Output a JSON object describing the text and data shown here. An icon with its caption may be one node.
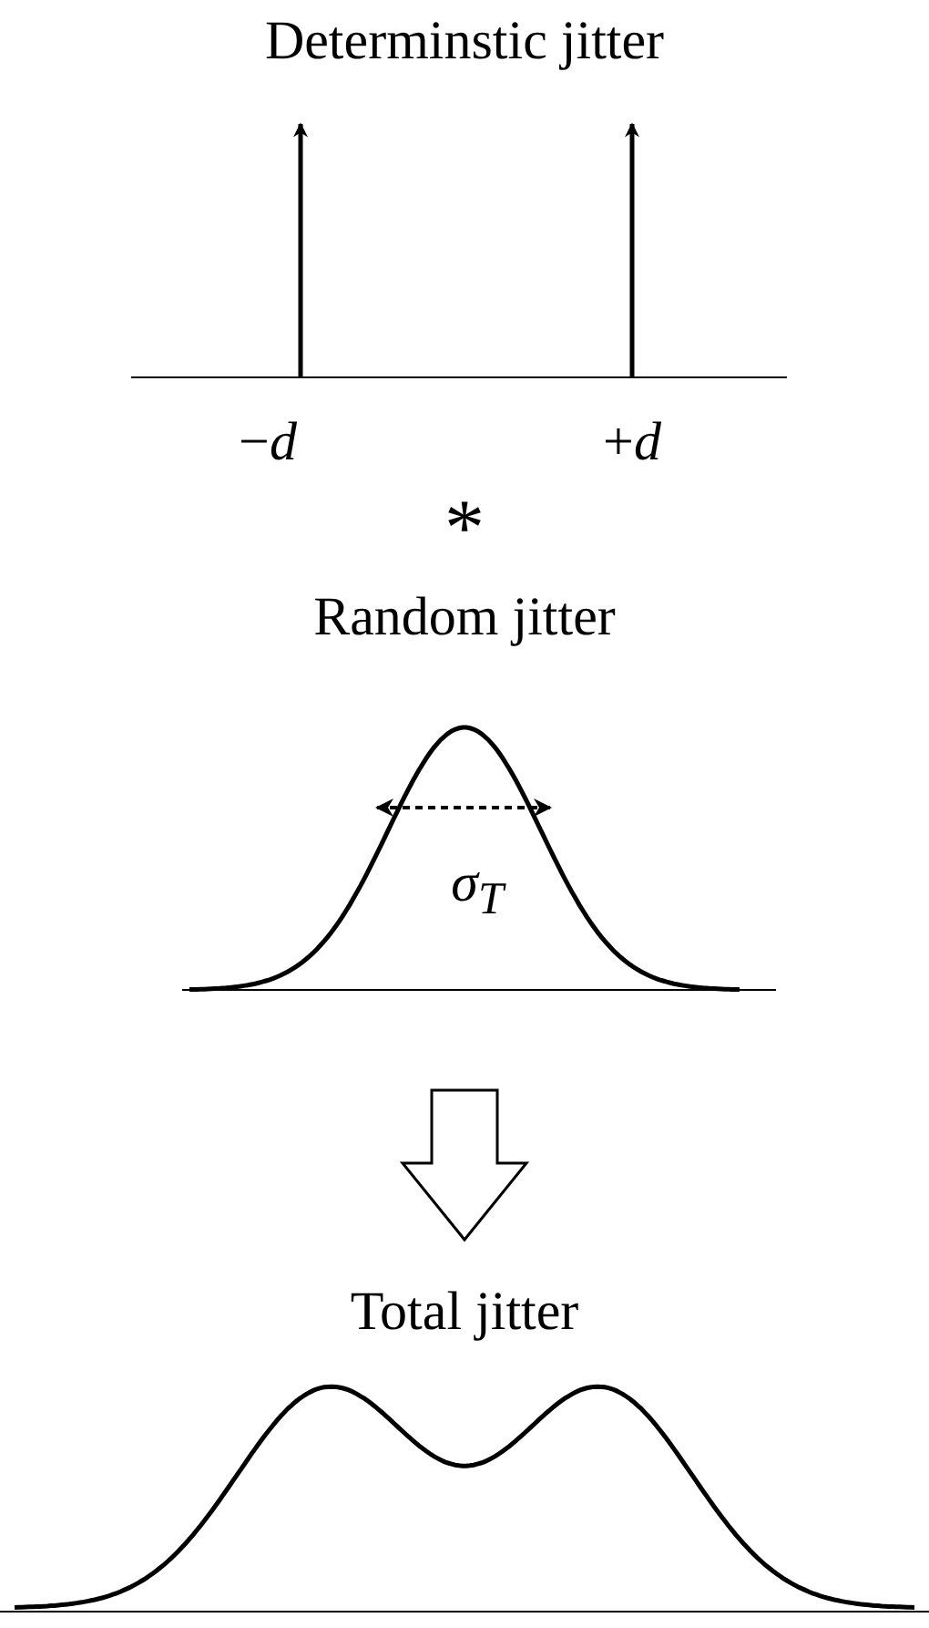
{
  "diagram": {
    "title": "Determinstic jitter",
    "labels": [
      "−*d*",
      "+*d*",
      "*",
      "Random jitter",
      "σ$_{T}$",
      "Total jitter"
    ]
  }
}
